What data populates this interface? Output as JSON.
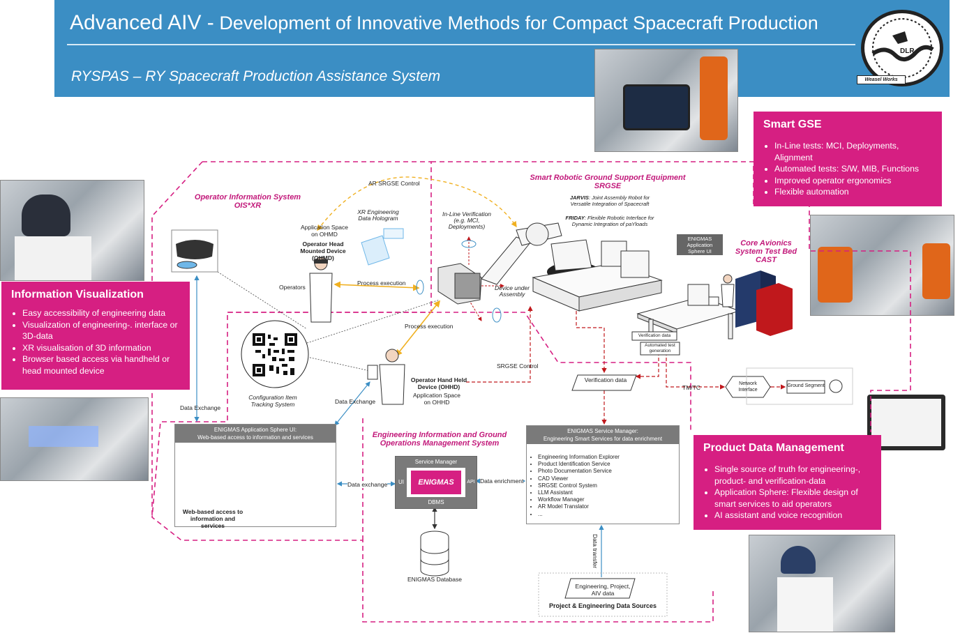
{
  "header": {
    "title_main": "Advanced AIV -",
    "title_rest": "Development of Innovative Methods for Compact Spacecraft Production",
    "subtitle": "RYSPAS – RY Spacecraft Production Assistance System",
    "logo_text": "DLR",
    "logo_caption": "Weasel Works"
  },
  "boxes": {
    "info_vis": {
      "title": "Information Visualization",
      "items": [
        "Easy accessibility of engineering data",
        "Visualization of engineering-. interface or 3D-data",
        "XR visualisation of 3D information",
        "Browser based access via handheld or head mounted device"
      ]
    },
    "smart_gse": {
      "title": "Smart GSE",
      "items": [
        "In-Line tests: MCI, Deployments, Alignment",
        "Automated tests: S/W, MIB, Functions",
        "Improved operator ergonomics",
        "Flexible automation"
      ]
    },
    "pdm": {
      "title": "Product Data Management",
      "items": [
        "Single source of truth for engineering-, product- and verification-data",
        "Application Sphere: Flexible design of smart services to aid operators",
        "AI assistant and voice recognition"
      ]
    }
  },
  "diagram": {
    "ois_title": "Operator Information System",
    "ois_sub": "OIS*XR",
    "srgse_title": "Smart Robotic Ground Support Equipment",
    "srgse_sub": "SRGSE",
    "jarvis_name": "JARVIS",
    "jarvis_desc": ": Joint Assembly Robot for Versatile Integration of Spacecraft",
    "friday_name": "FRIDAY",
    "friday_desc": ": Flexible Robotic Interface for Dynamic Integration of paYloads",
    "cast_title": "Core Avionics System Test Bed",
    "cast_sub": "CAST",
    "eiom_title": "Engineering Information and Ground Operations Management System",
    "ar_srgse_control": "AR SRGSE Control",
    "app_space_ohmd": "Application Space on OHMD",
    "ohmd_label": "Operator Head Mounted Device (OHMD)",
    "xr_hologram": "XR Engineering Data Hologram",
    "inline_verification": "In-Line Verification (e.g. MCI, Deployments)",
    "operators": "Operators",
    "process_execution_1": "Process execution",
    "process_execution_2": "Process execution",
    "device_under_assembly": "Device under Assembly",
    "enigmas_app_sphere_ui_small": "ENIGMAS Application Sphere UI",
    "verification_data_small": "Verification data",
    "automated_test_gen": "Automated test generation",
    "config_item_tracking": "Configuration Item Tracking System",
    "ohhd_label": "Operator Hand Held Device (OHHD)",
    "app_space_ohhd": "Application Space on OHHD",
    "srgse_control": "SRGSE Control",
    "verification_data": "Verification data",
    "tm_tc": "TM/TC",
    "network_interface": "Network Interface",
    "ground_segment": "Ground Segment",
    "data_exchange_1": "Data Exchange",
    "data_exchange_2": "Data Exchange",
    "data_exchange_3": "Data exchange",
    "data_enrichment": "Data enrichment",
    "data_transfer": "Data transfer",
    "app_sphere_head": "ENIGMAS Application Sphere UI:",
    "app_sphere_sub": "Web-based access to information and services",
    "app_sphere_caption": "Web-based access to information and services",
    "service_manager_label": "Service Manager",
    "enigmas_core": "ENIGMAS",
    "ui_tag": "UI",
    "api_tag": "API",
    "dbms_tag": "DBMS",
    "db_label": "ENIGMAS Database",
    "svc_head": "ENIGMAS Service Manager:",
    "svc_sub": "Engineering Smart Services for data enrichment",
    "services": [
      "Engineering Information Explorer",
      "Product Identification Service",
      "Photo Documentation Service",
      "CAD Viewer",
      "SRGSE Control System",
      "LLM Assistant",
      "Workflow Manager",
      "AR Model Translator",
      "..."
    ],
    "sources_inner": "Engineering, Project, AIV data",
    "sources_title": "Project & Engineering Data Sources"
  },
  "colors": {
    "banner": "#3b8ec4",
    "pink": "#d61f82",
    "pink_text": "#c2187a",
    "robot_orange": "#e0661a",
    "cast_blue": "#243a6b",
    "cast_red": "#c0181c"
  }
}
